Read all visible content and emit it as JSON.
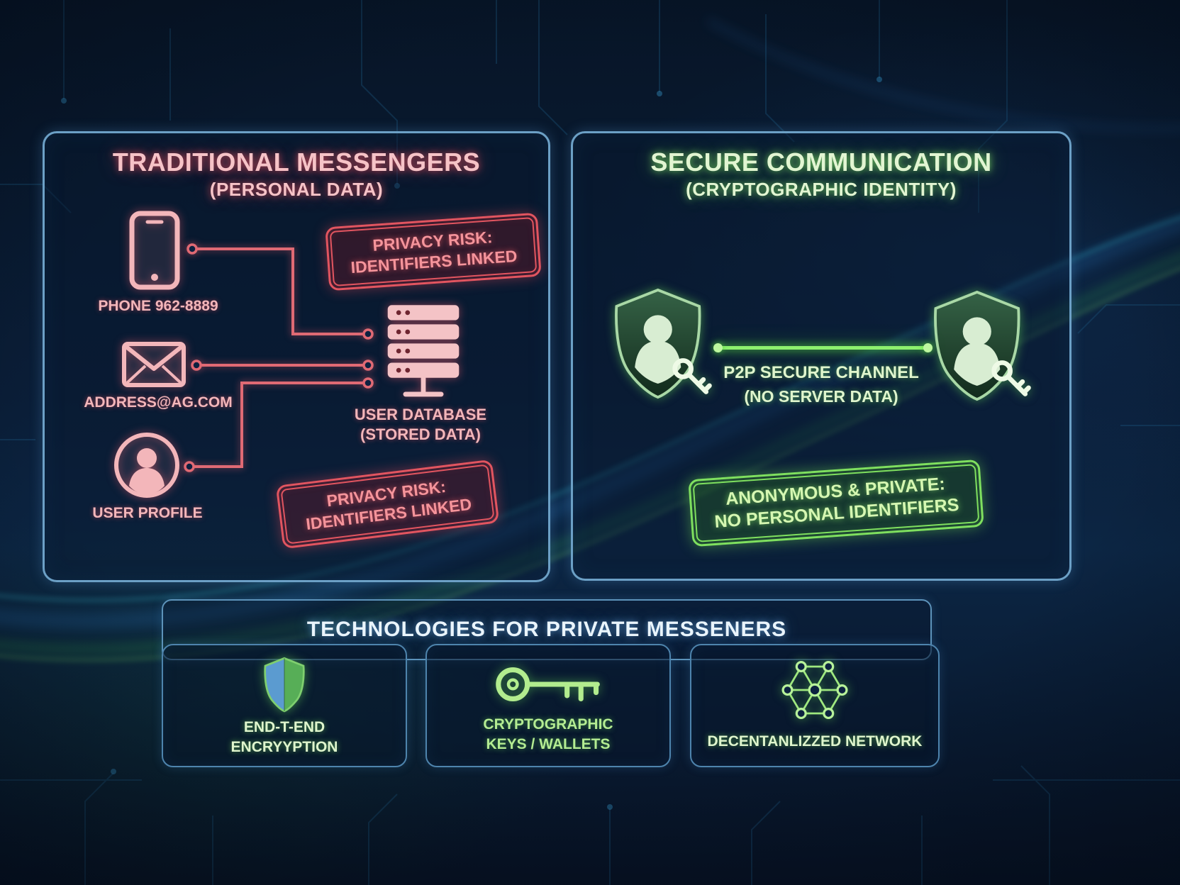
{
  "left_panel": {
    "title": "TRADITIONAL MESSENGERS",
    "subtitle": "(PERSONAL DATA)",
    "accent_color": "#e85d6d",
    "items": [
      {
        "icon": "smartphone-icon",
        "label": "PHONE 962-8889"
      },
      {
        "icon": "envelope-icon",
        "label": "ADDRESS@AG.COM"
      },
      {
        "icon": "user-profile-icon",
        "label": "USER PROFILE"
      }
    ],
    "database": {
      "icon": "server-database-icon",
      "label_line1": "USER DATABASE",
      "label_line2": "(STORED DATA)"
    },
    "stamp_top": {
      "line1": "PRIVACY RISK:",
      "line2": "IDENTIFIERS LINKED"
    },
    "stamp_bottom": {
      "line1": "PRIVACY RISK:",
      "line2": "IDENTIFIERS LINKED"
    }
  },
  "right_panel": {
    "title": "SECURE COMMUNICATION",
    "subtitle": "(CRYPTOGRAPHIC IDENTITY)",
    "accent_color": "#7ee25f",
    "shield_icons": [
      "shield-user-key-icon",
      "shield-user-key-icon"
    ],
    "channel": {
      "line1": "P2P SECURE CHANNEL",
      "line2": "(NO SERVER DATA)"
    },
    "stamp": {
      "line1": "ANONYMOUS & PRIVATE:",
      "line2": "NO PERSONAL IDENTIFIERS"
    }
  },
  "bottom_section": {
    "title": "TECHNOLOGIES FOR PRIVATE MESSENERS",
    "cards": [
      {
        "icon": "shield-icon",
        "line1": "END-T-END",
        "line2": "ENCRYYPTION"
      },
      {
        "icon": "key-icon",
        "line1": "CRYPTOGRAPHIC",
        "line2": "KEYS / WALLETS"
      },
      {
        "icon": "network-icon",
        "line1": "DECENTANLIZZED NETWORK",
        "line2": ""
      }
    ]
  }
}
